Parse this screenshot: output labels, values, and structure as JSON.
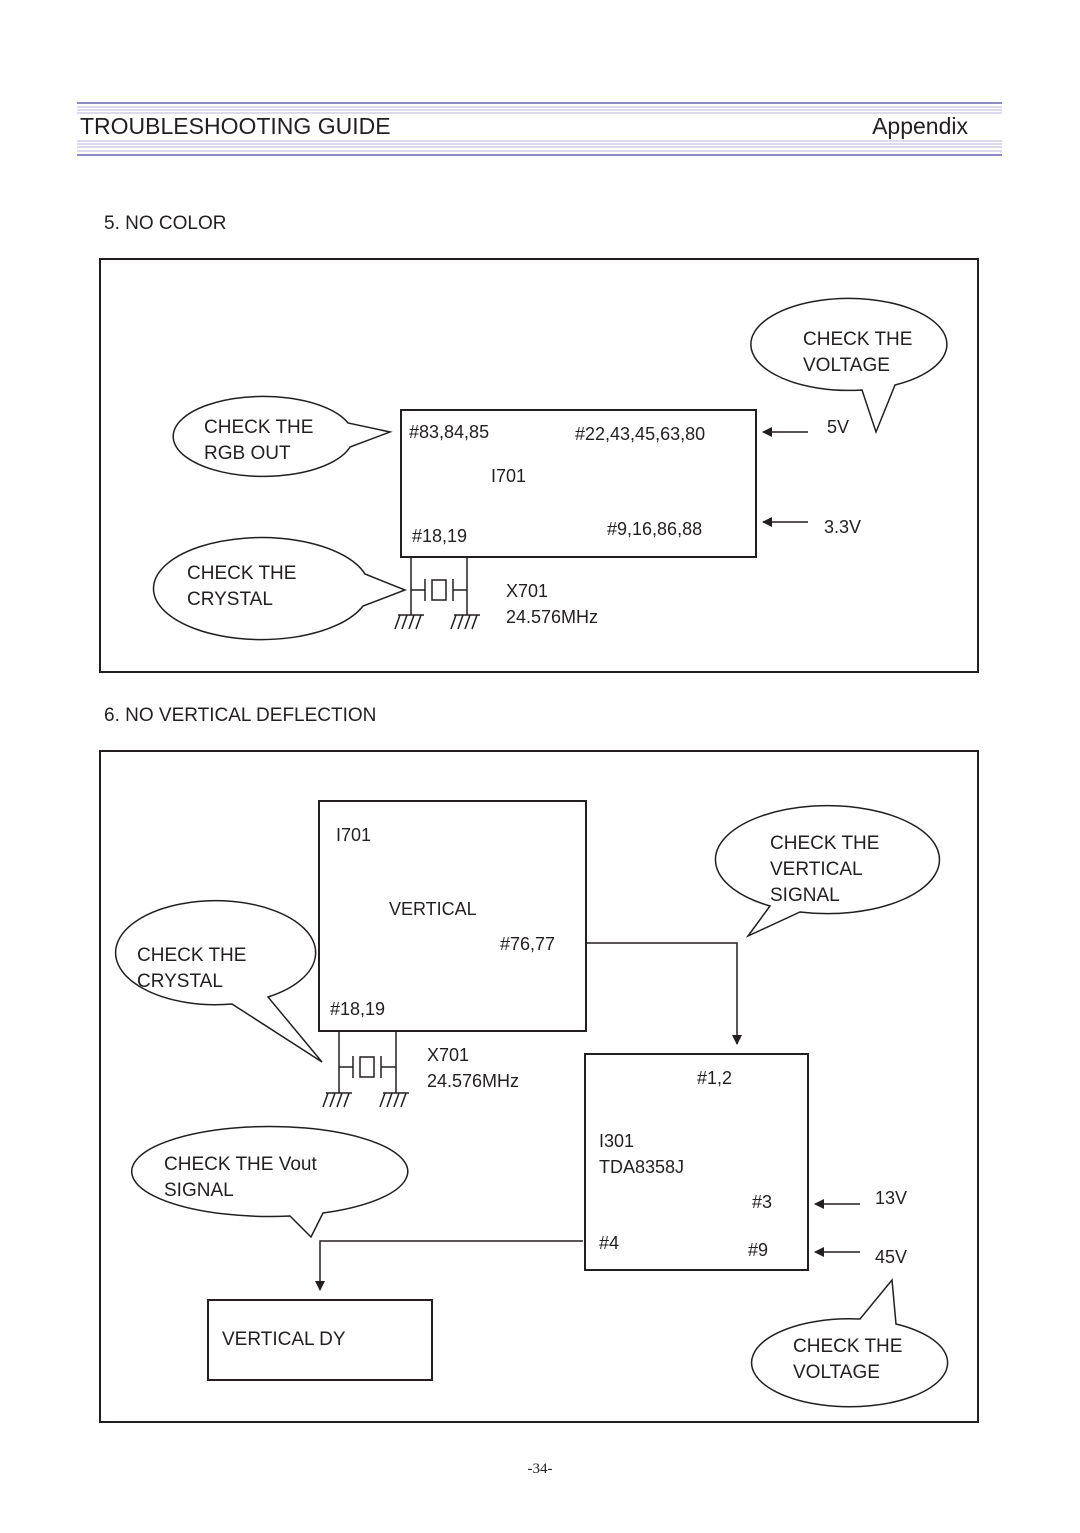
{
  "header": {
    "title": "TROUBLESHOOTING GUIDE",
    "section": "Appendix"
  },
  "section5": {
    "heading": "5. NO COLOR",
    "callout_voltage": [
      "CHECK THE",
      "VOLTAGE"
    ],
    "callout_rgb": [
      "CHECK THE",
      "RGB OUT"
    ],
    "callout_crystal": [
      "CHECK THE",
      "CRYSTAL"
    ],
    "ic_pins_rgb": "#83,84,85",
    "ic_pins_5v": "#22,43,45,63,80",
    "ic_name": "I701",
    "ic_pins_crystal": "#18,19",
    "ic_pins_33v": "#9,16,86,88",
    "supply_5v": "5V",
    "supply_33v": "3.3V",
    "crystal_ref": "X701",
    "crystal_freq": "24.576MHz"
  },
  "section6": {
    "heading": "6. NO VERTICAL DEFLECTION",
    "ic1_name": "I701",
    "ic1_label": "VERTICAL",
    "ic1_pins_out": "#76,77",
    "ic1_pins_crystal": "#18,19",
    "crystal_ref": "X701",
    "crystal_freq": "24.576MHz",
    "callout_crystal": [
      "CHECK THE",
      "CRYSTAL"
    ],
    "callout_vsignal": [
      "CHECK THE",
      "VERTICAL",
      "SIGNAL"
    ],
    "callout_vout": [
      "CHECK THE Vout",
      "SIGNAL"
    ],
    "callout_voltage": [
      "CHECK THE",
      "VOLTAGE"
    ],
    "ic2_pins_in": "#1,2",
    "ic2_name": "I301",
    "ic2_part": "TDA8358J",
    "ic2_pin3": "#3",
    "ic2_pin4": "#4",
    "ic2_pin9": "#9",
    "supply_13v": "13V",
    "supply_45v": "45V",
    "dy_label": "VERTICAL DY"
  },
  "footer": {
    "page_number": "-34-"
  }
}
